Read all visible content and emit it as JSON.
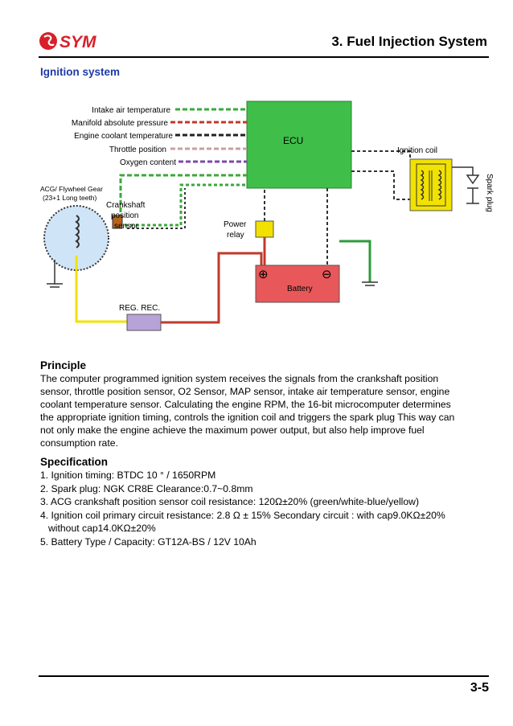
{
  "header": {
    "brand": "SYM",
    "chapter_title": "3. Fuel Injection System"
  },
  "section_title": "Ignition system",
  "diagram": {
    "labels": {
      "intake_air_temp": "Intake air temperature",
      "map": "Manifold absolute pressure",
      "coolant_temp": "Engine coolant temperature",
      "throttle": "Throttle position",
      "oxygen": "Oxygen content",
      "ecu": "ECU",
      "ignition_coil": "Ignition coil",
      "spark_plug": "Spark plug",
      "acg_line1": "ACG/ Flywheel Gear",
      "acg_line2": "(23+1 Long teeth)",
      "crank_line1": "Crankshaft",
      "crank_line2": "position",
      "crank_line3": "sensor",
      "power_line1": "Power",
      "power_line2": "relay",
      "battery": "Battery",
      "battery_plus": "⊕",
      "battery_minus": "⊖",
      "reg_rec": "REG. REC."
    },
    "colors": {
      "ecu_fill": "#3fbf4a",
      "relay_fill": "#f2e000",
      "battery_fill": "#e8585a",
      "regrec_fill": "#b7a3d8",
      "coil_fill": "#f2e200",
      "sensor_fill": "#cfe4f7"
    }
  },
  "principle": {
    "heading": "Principle",
    "lines": [
      "The computer programmed ignition system receives the signals from the crankshaft position",
      "sensor, throttle position sensor, O2 Sensor, MAP sensor, intake air temperature sensor, engine",
      "coolant temperature sensor. Calculating the engine RPM, the 16-bit microcomputer determines",
      "the appropriate ignition timing, controls the ignition coil and triggers the spark plug This way can",
      "not only make the engine achieve the maximum power output, but also help improve fuel",
      "consumption rate."
    ]
  },
  "specification": {
    "heading": "Specification",
    "items": [
      "1. Ignition timing: BTDC 10 ° / 1650RPM",
      "2. Spark plug: NGK CR8E Clearance:0.7~0.8mm",
      "3. ACG crankshaft position sensor coil resistance: 120Ω±20% (green/white-blue/yellow)",
      "4. Ignition coil primary circuit resistance: 2.8 Ω ± 15%    Secondary circuit  : with cap9.0KΩ±20%",
      "without cap14.0KΩ±20%",
      "5. Battery Type / Capacity: GT12A-BS / 12V 10Ah"
    ]
  },
  "page_number": "3-5"
}
